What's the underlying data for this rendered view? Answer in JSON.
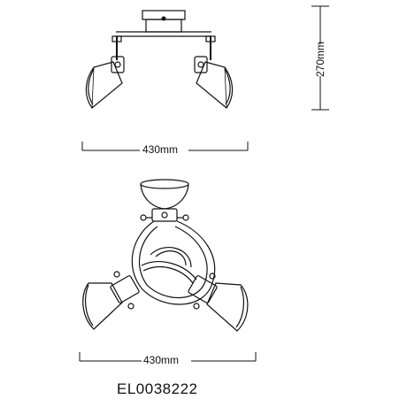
{
  "drawing": {
    "top_view_width_label": "430mm",
    "height_label": "270mm",
    "bottom_view_width_label": "430mm",
    "product_code": "EL0038222"
  },
  "colors": {
    "line": "#111111",
    "background": "#ffffff"
  }
}
